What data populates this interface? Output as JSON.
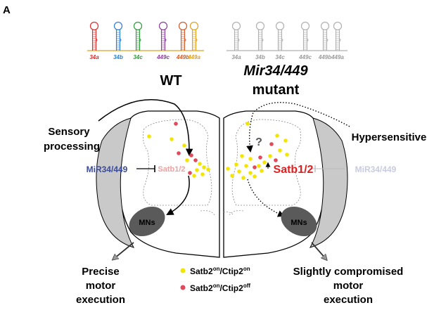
{
  "panel_label": "A",
  "colors": {
    "mir34a": "#e02a2a",
    "mir34b": "#2a7fd4",
    "mir34c": "#2e9a3a",
    "mir449c": "#8a3c9c",
    "mir449b": "#d05a2a",
    "mir449a": "#e0a020",
    "mutant_gray": "#b0b0b0",
    "mir_label_wt": "#3a4a9a",
    "mir_label_mut": "#c8cce0",
    "satb_wt": "#f0a0a0",
    "satb_mut": "#e02020",
    "dot_yellow": "#f2e600",
    "dot_red": "#e04a5a",
    "mn_fill": "#5a5a5a"
  },
  "wt_hairpins": [
    {
      "label": "34a",
      "color_key": "mir34a"
    },
    {
      "label": "34b",
      "color_key": "mir34b"
    },
    {
      "label": "34c",
      "color_key": "mir34c"
    },
    {
      "label": "449c",
      "color_key": "mir449c"
    },
    {
      "label": "449b",
      "color_key": "mir449b"
    },
    {
      "label": "449a",
      "color_key": "mir449a"
    }
  ],
  "mutant_hairpins": [
    {
      "label": "34a"
    },
    {
      "label": "34b"
    },
    {
      "label": "34c"
    },
    {
      "label": "449c"
    },
    {
      "label": "449b"
    },
    {
      "label": "449a"
    }
  ],
  "wt_title": "WT",
  "mutant_title_line1": "Mir34/449",
  "mutant_title_line2": "mutant",
  "sensory_line1": "Sensory",
  "sensory_line2": "processing",
  "hypersensitive": "Hypersensitive",
  "mir_label": "MiR34/449",
  "satb_label": "Satb1/2",
  "question_mark": "?",
  "mn_label": "MNs",
  "outcome_wt_line1": "Precise",
  "outcome_wt_line2": "motor",
  "outcome_wt_line3": "execution",
  "outcome_mut_line1": "Slightly compromised",
  "outcome_mut_line2": "motor",
  "outcome_mut_line3": "execution",
  "legend": [
    {
      "base": "Satb2",
      "sup1": "on",
      "sep": "/Ctip2",
      "sup2": "on",
      "color_key": "dot_yellow"
    },
    {
      "base": "Satb2",
      "sup1": "on",
      "sep": "/Ctip2",
      "sup2": "off",
      "color_key": "dot_red"
    }
  ]
}
